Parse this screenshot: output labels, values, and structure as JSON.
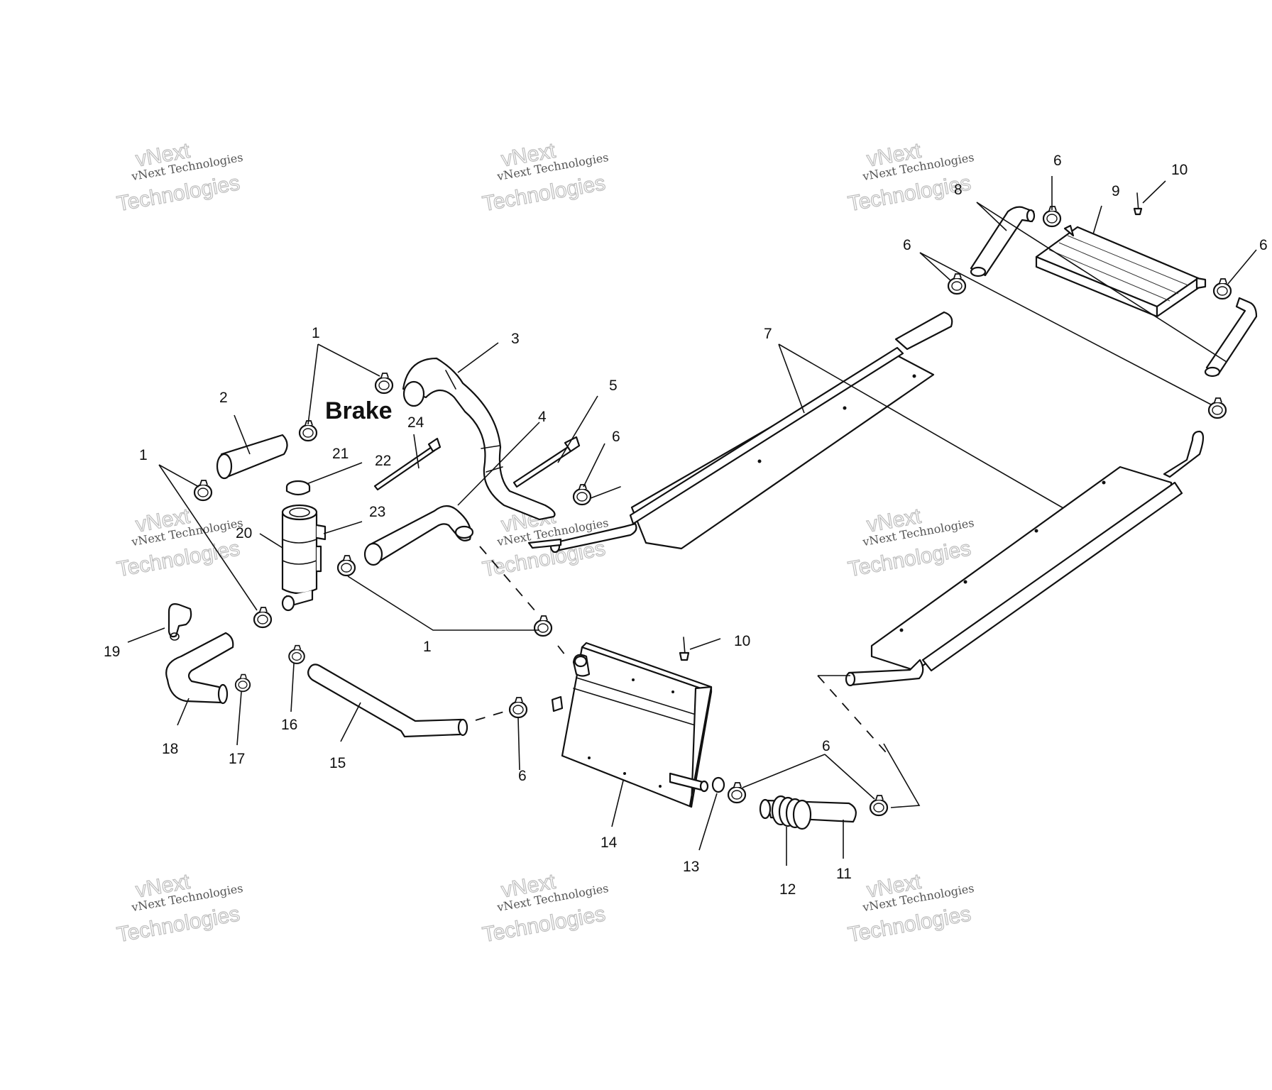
{
  "diagram": {
    "section_label": "Brake",
    "watermark": {
      "line1": "vNext Technologies",
      "line2": "vNext",
      "line3": "Technologies"
    },
    "callouts": {
      "c1a": "1",
      "c1b": "1",
      "c1c": "1",
      "c2": "2",
      "c3": "3",
      "c4": "4",
      "c5": "5",
      "c6a": "6",
      "c6b": "6",
      "c6c": "6",
      "c6d": "6",
      "c6e": "6",
      "c6f": "6",
      "c7": "7",
      "c8": "8",
      "c9": "9",
      "c10a": "10",
      "c10b": "10",
      "c11": "11",
      "c12": "12",
      "c13": "13",
      "c14": "14",
      "c15": "15",
      "c16": "16",
      "c17": "17",
      "c18": "18",
      "c19": "19",
      "c20": "20",
      "c21": "21",
      "c22": "22",
      "c23": "23",
      "c24": "24"
    }
  }
}
